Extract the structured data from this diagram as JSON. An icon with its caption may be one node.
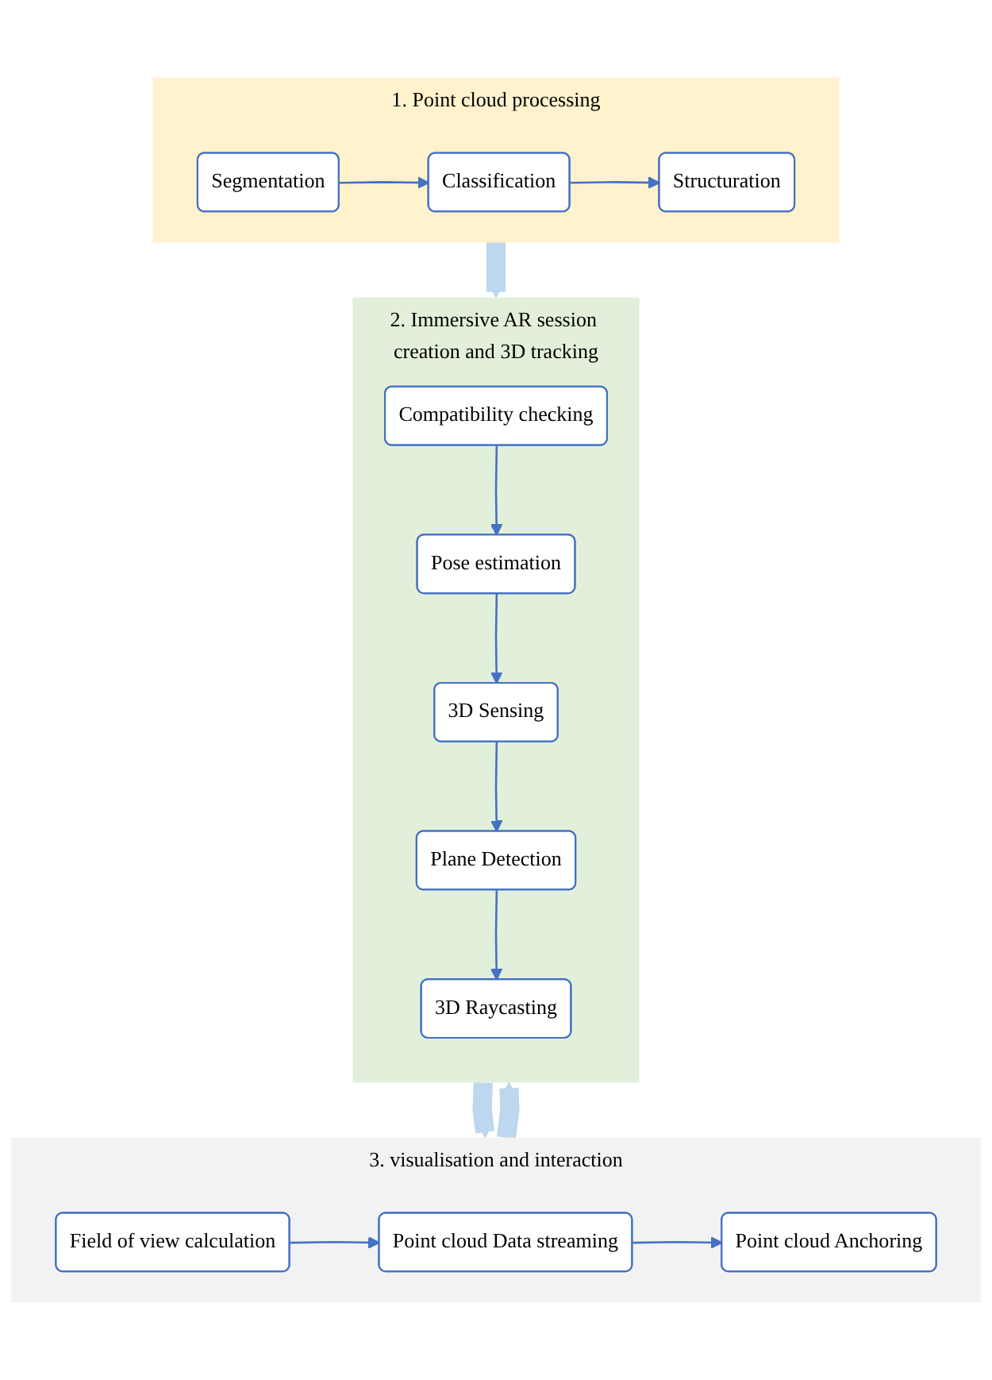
{
  "diagram": {
    "nodes": [
      {
        "text": [
          "1. Point cloud processing"
        ]
      },
      {
        "text": [
          "Segmentation"
        ],
        "in": 0
      },
      {
        "text": [
          "Classification"
        ],
        "in": 0
      },
      {
        "text": [
          "Structuration"
        ],
        "in": 0
      },
      {
        "text": [
          "2. Immersive AR session creation and 3D tracking"
        ]
      },
      {
        "text": [
          "Compatibility checking"
        ],
        "in": 4
      },
      {
        "text": [
          "Pose estimation"
        ],
        "in": 4
      },
      {
        "text": [
          "3D Sensing"
        ],
        "in": 4
      },
      {
        "text": [
          "Plane Detection"
        ],
        "in": 4
      },
      {
        "text": [
          "3D Raycasting"
        ],
        "in": 4
      },
      {
        "text": [
          "3. visualisation and interaction"
        ]
      },
      {
        "text": [
          "Field of view calculation"
        ],
        "in": 10
      },
      {
        "text": [
          "Point cloud Data streaming"
        ],
        "in": 10
      },
      {
        "text": [
          "Point cloud Anchoring"
        ],
        "in": 10
      }
    ],
    "edges": [
      {
        "from": 1,
        "to": 2,
        "arrow": "to"
      },
      {
        "from": 2,
        "to": 3,
        "arrow": "to"
      },
      {
        "from": 0,
        "to": 4,
        "arrow": "to",
        "style": "thick",
        "color": "#bdd7ee"
      },
      {
        "from": 5,
        "to": 6,
        "arrow": "to"
      },
      {
        "from": 6,
        "to": 7,
        "arrow": "to"
      },
      {
        "from": 7,
        "to": 8,
        "arrow": "to"
      },
      {
        "from": 8,
        "to": 9,
        "arrow": "to"
      },
      {
        "from": 4,
        "to": 10,
        "arrow": "to",
        "style": "thick",
        "color": "#bdd7ee"
      },
      {
        "from": 10,
        "to": 4,
        "arrow": "to",
        "style": "thick",
        "color": "#bdd7ee"
      },
      {
        "from": 11,
        "to": 12,
        "arrow": "to"
      },
      {
        "from": 12,
        "to": 13,
        "arrow": "to"
      }
    ]
  }
}
